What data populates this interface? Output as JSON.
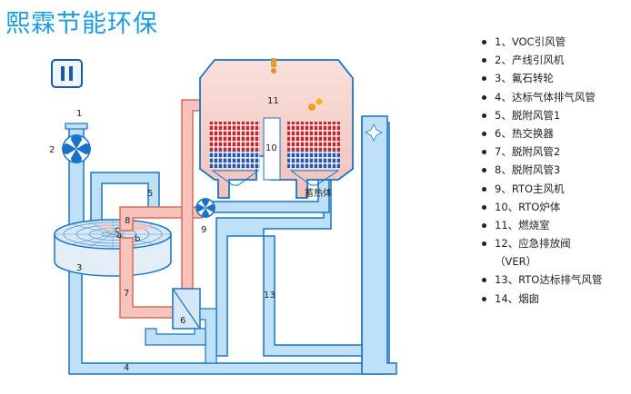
{
  "brand": {
    "title": "熙霖节能环保"
  },
  "legend": [
    {
      "text": "1、VOC引风管"
    },
    {
      "text": "2、产线引风机"
    },
    {
      "text": "3、氟石转轮"
    },
    {
      "text": "4、达标气体排气风管"
    },
    {
      "text": "5、脱附风管1"
    },
    {
      "text": "6、热交换器"
    },
    {
      "text": "7、脱附风管2"
    },
    {
      "text": "8、脱附风管3"
    },
    {
      "text": "9、RTO主风机"
    },
    {
      "text": "10、RTO炉体"
    },
    {
      "text": "11、燃烧室"
    },
    {
      "text": "12、应急排放阀"
    },
    {
      "text": "（VER）"
    },
    {
      "text": "13、RTO达标排气风管"
    },
    {
      "text": "14、烟囱"
    }
  ],
  "labels": {
    "n1": "1",
    "n2": "2",
    "n3": "3",
    "n4": "4",
    "n5": "5",
    "n6": "6",
    "n7": "7",
    "n8": "8",
    "n9": "9",
    "n10": "10",
    "n11": "11",
    "n13": "13",
    "zone_a": "a",
    "zone_b": "b",
    "zone_c": "c",
    "bed_text": "蓄热体"
  },
  "controls": {
    "pause_icon": "pause-icon"
  },
  "colors": {
    "pipe_blue": "#bfe1f7",
    "pipe_outline": "#1a73c8",
    "pipe_pink": "#f6c3bd",
    "chamber_pink": "#f7d3cd",
    "grid_red": "#c9242b",
    "brand": "#1a9de0"
  }
}
